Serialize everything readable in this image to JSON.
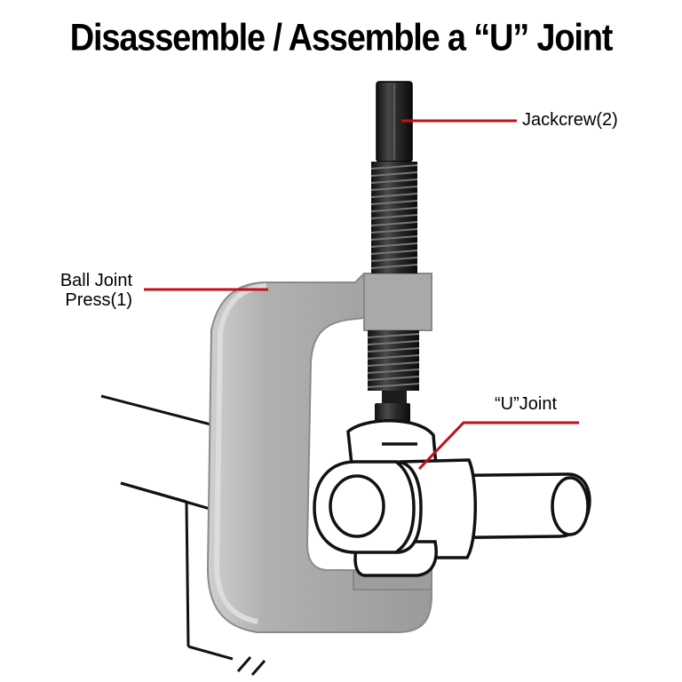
{
  "title": "Disassemble / Assemble a “U” Joint",
  "labels": {
    "jackscrew": "Jackcrew(2)",
    "press_line1": "Ball Joint",
    "press_line2": "Press(1)",
    "ujoint": "“U”Joint"
  },
  "colors": {
    "leader": "#c0101a",
    "press_body": "#a8a8a8",
    "press_edge": "#c9c9c9",
    "screw": "#2b2b2b",
    "outline": "#111111"
  }
}
